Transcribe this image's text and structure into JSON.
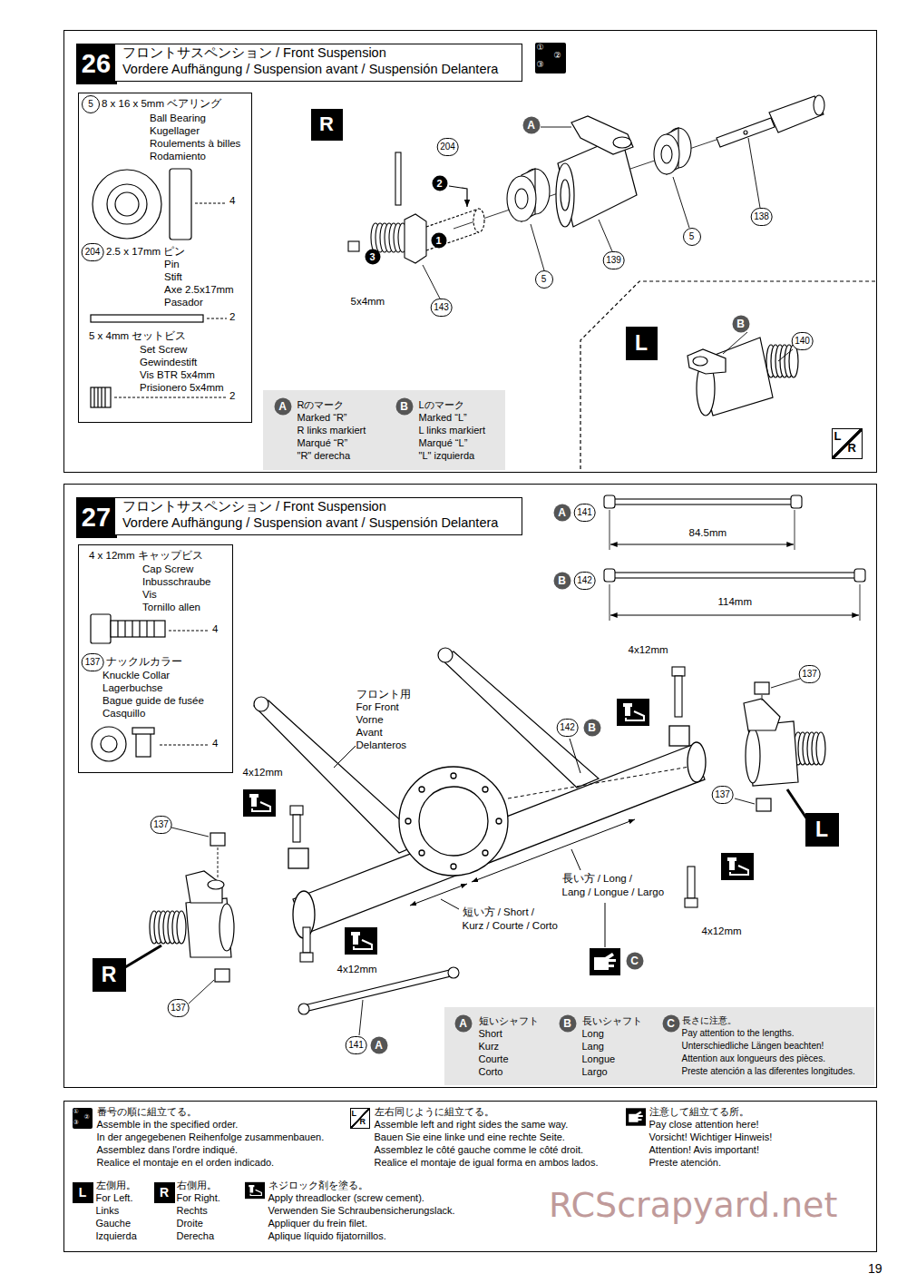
{
  "diagram": {
    "nodes": [
      {
        "text": [
          "204",
          "2",
          "1",
          "3",
          "5x4mm",
          "143",
          "A",
          "5",
          "139",
          "5",
          "138",
          "B",
          "140"
        ]
      },
      {
        "text": [
          "26"
        ],
        "in": 0
      },
      {
        "text": [
          "フロントサスペンション / Front Suspension",
          "Vordere Aufhängung / Suspension avant / Suspensión Delantera"
        ],
        "in": 0
      },
      {
        "text": [
          "①",
          "②",
          "③"
        ],
        "in": 0
      },
      {
        "text": [
          "5",
          "8 x 16 x 5mm ベアリング",
          "Ball Bearing",
          "Kugellager",
          "Roulements à billes",
          "Rodamiento",
          "4",
          "204",
          "2.5 x 17mm ピン",
          "Pin",
          "Stift",
          "Axe 2.5x17mm",
          "Pasador",
          "2",
          "5 x 4mm セットビス",
          "Set Screw",
          "Gewindestift",
          "Vis BTR 5x4mm",
          "Prisionero 5x4mm",
          "2"
        ],
        "in": 0
      },
      {
        "text": [
          "R"
        ],
        "in": 0
      },
      {
        "text": [
          "L"
        ],
        "in": 0
      },
      {
        "text": [
          "L",
          "R"
        ],
        "in": 0
      },
      {
        "text": [
          "A",
          "Rのマーク",
          "Marked “R”",
          "R links markiert",
          "Marqué “R”",
          "\"R\" derecha",
          "B",
          "Lのマーク",
          "Marked “L”",
          "L links markiert",
          "Marqué “L”",
          "\"L\" izquierda"
        ],
        "in": 0
      },
      {
        "text": [
          "A",
          "141",
          "84.5mm",
          "B",
          "142",
          "114mm",
          "4x12mm",
          "137",
          "フロント用",
          "For Front",
          "Vorne",
          "Avant",
          "Delanteros",
          "142",
          "B",
          "137",
          "4x12mm",
          "137",
          "長い方 / Long /",
          "Lang / Longue / Largo",
          "短い方 / Short /",
          "Kurz / Courte / Corto",
          "C",
          "4x12mm",
          "4x12mm",
          "137",
          "141",
          "A"
        ]
      },
      {
        "text": [
          "27"
        ],
        "in": 9
      },
      {
        "text": [
          "フロントサスペンション / Front Suspension",
          "Vordere Aufhängung / Suspension avant / Suspensión Delantera"
        ],
        "in": 9
      },
      {
        "text": [
          "4 x 12mm キャップビス",
          "Cap Screw",
          "Inbusschraube",
          "Vis",
          "Tornillo allen",
          "4",
          "137",
          "ナックルカラー",
          "Knuckle Collar",
          "Lagerbuchse",
          "Bague guide de fusée",
          "Casquillo",
          "4"
        ],
        "in": 9
      },
      {
        "text": [
          "L"
        ],
        "in": 9
      },
      {
        "text": [
          "R"
        ],
        "in": 9
      },
      {
        "text": [
          "A",
          "短いシャフト",
          "Short",
          "Kurz",
          "Courte",
          "Corto",
          "B",
          "長いシャフト",
          "Long",
          "Lang",
          "Longue",
          "Largo",
          "C",
          "長さに注意。",
          "Pay attention to the lengths.",
          "Unterschiedliche Längen beachten!",
          "Attention aux longueurs des pièces.",
          "Preste atención a las diferentes longitudes."
        ],
        "in": 9
      },
      {
        "text": [
          "番号の順に組立てる。",
          "Assemble in the specified order.",
          "In der angegebenen Reihenfolge zusammenbauen.",
          "Assemblez dans l'ordre indiqué.",
          "Realice el montaje en el orden indicado.",
          "左右同じように組立てる。",
          "Assemble left and right sides the same way.",
          "Bauen Sie eine linke und eine rechte Seite.",
          "Assemblez le côté gauche comme le côté droit.",
          "Realice el montaje de igual forma en ambos lados.",
          "注意して組立てる所。",
          "Pay close attention here!",
          "Vorsicht!  Wichtiger Hinweis!",
          "Attention! Avis important!",
          "Preste atención.",
          "左側用。",
          "For Left.",
          "Links",
          "Gauche",
          "Izquierda",
          "右側用。",
          "For Right.",
          "Rechts",
          "Droite",
          "Derecha",
          "ネジロック剤を塗る。",
          "Apply threadlocker (screw cement).",
          "Verwenden Sie Schraubensicherungslack.",
          "Appliquer du frein filet.",
          "Aplique líquido fijatornillos."
        ]
      },
      {
        "text": [
          "①",
          "②",
          "③"
        ],
        "in": 16
      },
      {
        "text": [
          "L",
          "R"
        ],
        "in": 16
      },
      {
        "text": [
          "L"
        ],
        "in": 16
      },
      {
        "text": [
          "R"
        ],
        "in": 16
      }
    ],
    "labels": [
      "RCScrapyard.net",
      "19"
    ]
  }
}
